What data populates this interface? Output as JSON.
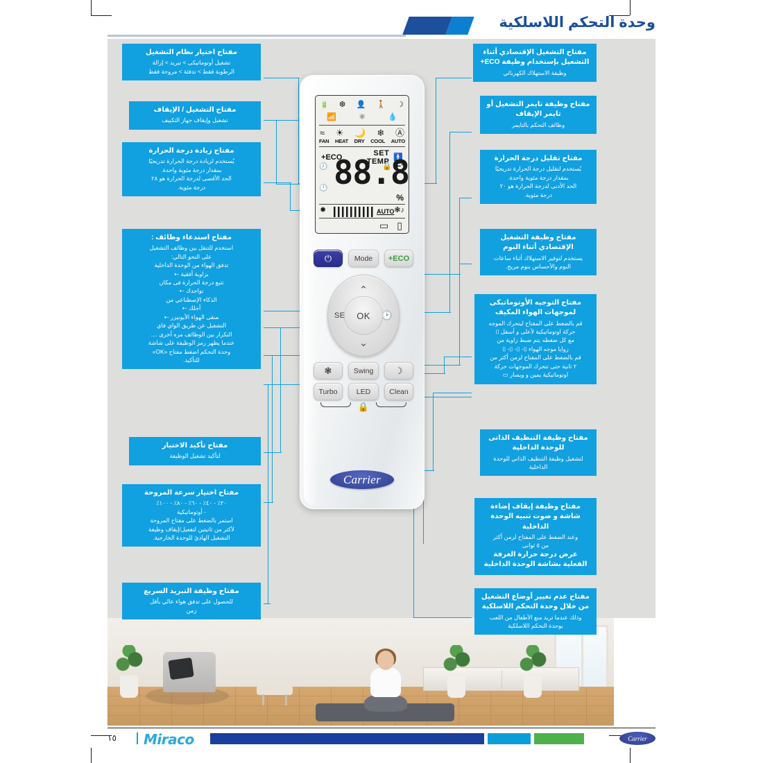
{
  "header": {
    "title": "وحدة التحكم اللاسلكية"
  },
  "remote": {
    "lcd": {
      "row1_icons": [
        "sleep-moon-icon",
        "follow-me-person-icon",
        "person-icon",
        "filter-clean-icon",
        "battery-icon"
      ],
      "row2_icons": [
        "ai-droplet-icon",
        "ionizer-icon",
        "wifi-icon"
      ],
      "mode_icons": [
        "auto-circle-icon",
        "snowflake-icon",
        "dry-icon",
        "sun-icon",
        "fan-wave-icon"
      ],
      "mode_labels": [
        "AUTO",
        "COOL",
        "DRY",
        "HEAT",
        "FAN"
      ],
      "set_temp_label": "SET TEMP.",
      "eco_label": "ECO+",
      "follow_icon": "follow-me-signal-icon",
      "big_digits": "88.8",
      "small_digit": "8",
      "unit_f": "°F",
      "unit_percent": "%",
      "lock_icon": "lock-icon",
      "timer_on_icon": "timer-on-icon",
      "timer_off_icon": "timer-off-icon",
      "fan_auto_label": "AUTO",
      "bottom_icons": [
        "swing-vertical-icon",
        "louver-icon"
      ],
      "fan_left_icons": [
        "quiet-icon",
        "fan-speed-icon"
      ],
      "fan_right_icon": "turbo-fan-icon"
    },
    "buttons": {
      "power": "⏻",
      "mode": "Mode",
      "eco": "ECO+",
      "set": "SET",
      "ok": "OK",
      "timer": "🕐",
      "up": "⌃",
      "down": "⌄",
      "fan": "fan-speed-icon",
      "swing": "Swing",
      "sleep": "sleep-moon-icon",
      "turbo": "Turbo",
      "led": "LED",
      "clean": "Clean",
      "lock": "lock-icon"
    },
    "brand": "Carrier"
  },
  "callouts": {
    "left": [
      {
        "id": "mode-select",
        "title": "مفتاح اختيار نظام التشغيل",
        "body": [
          "تشغيل أوتوماتيكى > تبريد > إزالة",
          "الرطوبة فقط > تدفئة > مروحة فقط"
        ]
      },
      {
        "id": "power-onoff",
        "title": "مفتاح التشغيل / الإيقاف",
        "body": [
          "تشغيل وإيقاف جهاز التكييف"
        ]
      },
      {
        "id": "temp-up",
        "title": "مفتاح زيادة درجة الحرارة",
        "body": [
          "يُستخدم لزيادة درجة الحرارة تدريجيًا",
          "بمقدار درجة مئوية واحدة.",
          "الحد الأقصى لدرجة الحرارة هو ٢٨",
          "درجة مئوية."
        ]
      },
      {
        "id": "functions-recall",
        "title": "مفتاح استدعاء وظائف :",
        "body": [
          "استخدم للتنقل بين وظائف التشغيل",
          "على النحو التالي:",
          "تدفق الهواء من الوحدة الداخلية",
          "بزاوية أفقية ⇠",
          "تتبع درجة الحرارة فى مكان",
          "تواجدك ⇠",
          "الذكاء الإصطناعي من",
          "أجلك ⇠",
          "منقى الهواء الأيونيزر ⇠",
          "التشغيل عن طريق الواي فاي",
          "التكرار بين الوظائف مره أخرى ....",
          "عندما يظهر رمز الوظيفة على شاشة",
          "وحدة التحكم  اضغط مفتاح «OK»",
          "للتأكيد."
        ]
      },
      {
        "id": "ok-confirm",
        "title": "مفتاح تأكيد الاختيار",
        "body": [
          "لتأكيد  تشغيل الوظيفة"
        ]
      },
      {
        "id": "fan-speed",
        "title": "مفتاح اختيار سرعة المروحة",
        "body": [
          "٢٠٪ - ٤٠٪ - ٦٠٪ - ٨٠٪ - ١٠٠٪",
          "- أوتوماتيكية",
          "استمر بالضغط على مفتاح المروحة",
          "لأكثر من ثانيتين لتفعيل/إيقاف وظيفة",
          "التشغيل الهادئ للوحدة الخارجية."
        ]
      },
      {
        "id": "turbo-cool",
        "title": "مفتاح وظيفة التبريد السريع",
        "body": [
          "للحصول على تدفق هواء عالي بأقل",
          "زمن"
        ]
      }
    ],
    "right": [
      {
        "id": "eco-plus",
        "title": "مفتاح التشغيل الإقتصادي أثناء التشغيل بإستخدام وظيفة ECO+",
        "body": [
          "وظيفة الاستهلاك الكهربائي"
        ]
      },
      {
        "id": "timer",
        "title": "مفتاح وظيفة تايمر التشغيل أو تايمر الإيقاف",
        "body": [
          "وظائف التحكم بالتايمر"
        ]
      },
      {
        "id": "temp-down",
        "title": "مفتاح تقليل درجة الحرارة",
        "body": [
          "يُستخدم لتقليل درجة الحرارة تدريجيًا",
          "بمقدار درجة مئوية واحدة.",
          "الحد الأدنى لدرجة الحرارة هو ٢٠",
          "درجة مئوية."
        ]
      },
      {
        "id": "sleep-eco",
        "title": "مفتاح وظيفة التشغيل الإقتصادي أثناء النوم",
        "body": [
          "يستخدم لتوفير الاستهلاك أثناء ساعات",
          "النوم والأحساس بنوم مريح."
        ]
      },
      {
        "id": "auto-swing",
        "title": "مفتاح التوجيه الأوتوماتيكى لموجهات الهواء المكيف",
        "body": [
          "قم بالضغط على المفتاح ليتحرك الموجه",
          "حركة اوتوماتيكية لأعلى و أسفل ⌷",
          "مع كل ضغطه يتم ضبط زاوية من",
          "زوايا موجه الهواء ⌷ -⌷ -⌷ -⌷",
          "قم بالضغط على المفتاح لزمن أكثر من",
          "٢ ثانية حتى تتحرك الموجهات حركة",
          "اوتوماتيكية يمين و ويسار ▭"
        ]
      },
      {
        "id": "self-clean",
        "title": "مفتاح وظيفة التنظيف الذاتى للوحدة الداخلية",
        "body": [
          "لتشغيل وظيفة التنظيف الذاتي للوحدة",
          "الداخلية"
        ]
      },
      {
        "id": "led-display",
        "title": "مفتاح وظيفة إيقاف إضاءة شاشة و صوت تنبيه الوحدة الداخلية",
        "body": [
          "وعند الضغط على المفتاح لزمن أكثر",
          "من ٥ ثوانى"
        ],
        "title2": "عرض درجة حرارة الغرفة الفعلية بشاشة الوحدة الداخلية"
      },
      {
        "id": "child-lock",
        "title": "مفتاح عدم تغيير أوضاع التشغيل من خلال وحدة التحكم اللاسلكية",
        "body": [
          "وذلك عندما تريد منع الأطفال من اللعب",
          "بوحدة التحكم اللاسلكية"
        ]
      }
    ]
  },
  "footer": {
    "page_number": "١٥",
    "brand_miraco": "Miraco",
    "brand_carrier": "Carrier"
  },
  "colors": {
    "callout_blue": "#11a0e0",
    "header_blue": "#1b4f9c",
    "footer_navy": "#1b3f9c",
    "footer_cyan": "#0d9ddb",
    "footer_green": "#4fb14b"
  }
}
